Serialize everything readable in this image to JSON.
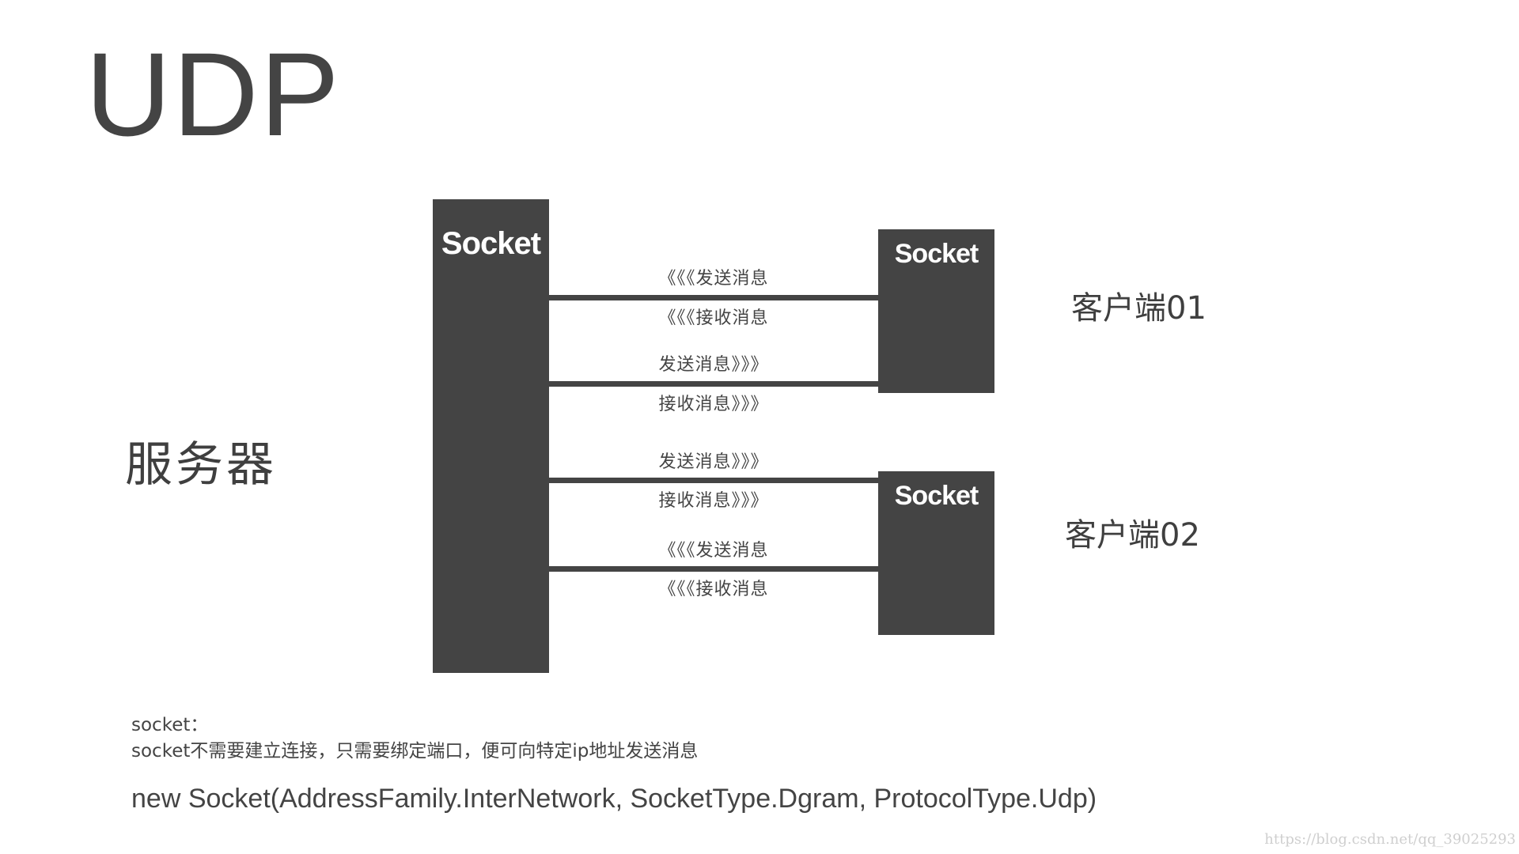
{
  "title": "UDP",
  "server": {
    "label": "服务器",
    "socket_label": "Socket"
  },
  "clients": [
    {
      "label": "客户端01",
      "socket_label": "Socket"
    },
    {
      "label": "客户端02",
      "socket_label": "Socket"
    }
  ],
  "messages": {
    "c1_top_above": "《《《发送消息",
    "c1_top_below": "《《《接收消息",
    "c1_bottom_above": "发送消息》》》",
    "c1_bottom_below": "接收消息》》》",
    "c2_top_above": "发送消息》》》",
    "c2_top_below": "接收消息》》》",
    "c2_bottom_above": "《《《发送消息",
    "c2_bottom_below": "《《《接收消息"
  },
  "notes": {
    "line1": "socket：",
    "line2": "socket不需要建立连接，只需要绑定端口，便可向特定ip地址发送消息",
    "code": "new Socket(AddressFamily.InterNetwork, SocketType.Dgram, ProtocolType.Udp)"
  },
  "watermark": "https://blog.csdn.net/qq_39025293"
}
